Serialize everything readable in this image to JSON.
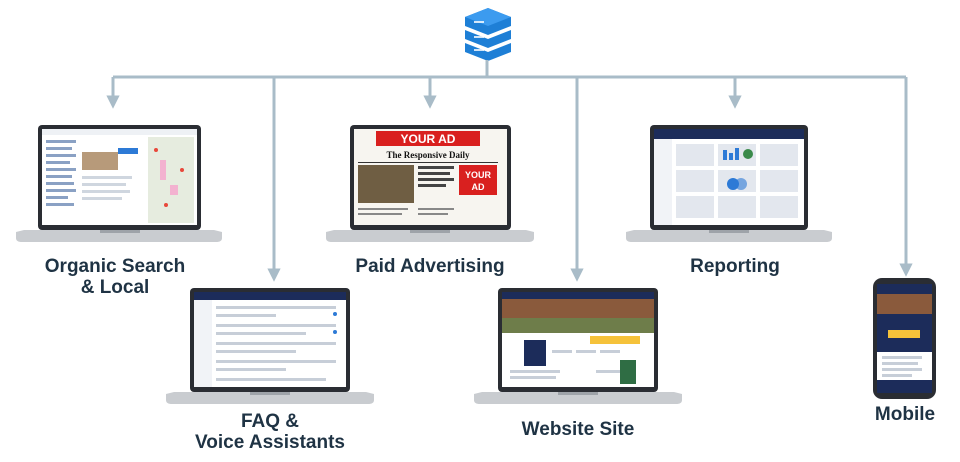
{
  "hub": {
    "icon": "database-stack-icon",
    "color": "#1e7fd6"
  },
  "colors": {
    "connector": "#a9bcc8",
    "label": "#1f3344",
    "laptop_frame": "#2a2d33",
    "laptop_base": "#c9ccd0"
  },
  "nodes": [
    {
      "id": "organic",
      "label_lines": [
        "Organic Search",
        "& Local"
      ]
    },
    {
      "id": "faq",
      "label_lines": [
        "FAQ &",
        "Voice Assistants"
      ]
    },
    {
      "id": "paid",
      "label_lines": [
        "Paid Advertising"
      ],
      "ad_banner": "YOUR AD",
      "ad_box": "YOUR AD",
      "masthead": "The Responsive Daily"
    },
    {
      "id": "website",
      "label_lines": [
        "Website Site"
      ]
    },
    {
      "id": "reporting",
      "label_lines": [
        "Reporting"
      ]
    },
    {
      "id": "mobile",
      "label_lines": [
        "Mobile"
      ]
    }
  ]
}
